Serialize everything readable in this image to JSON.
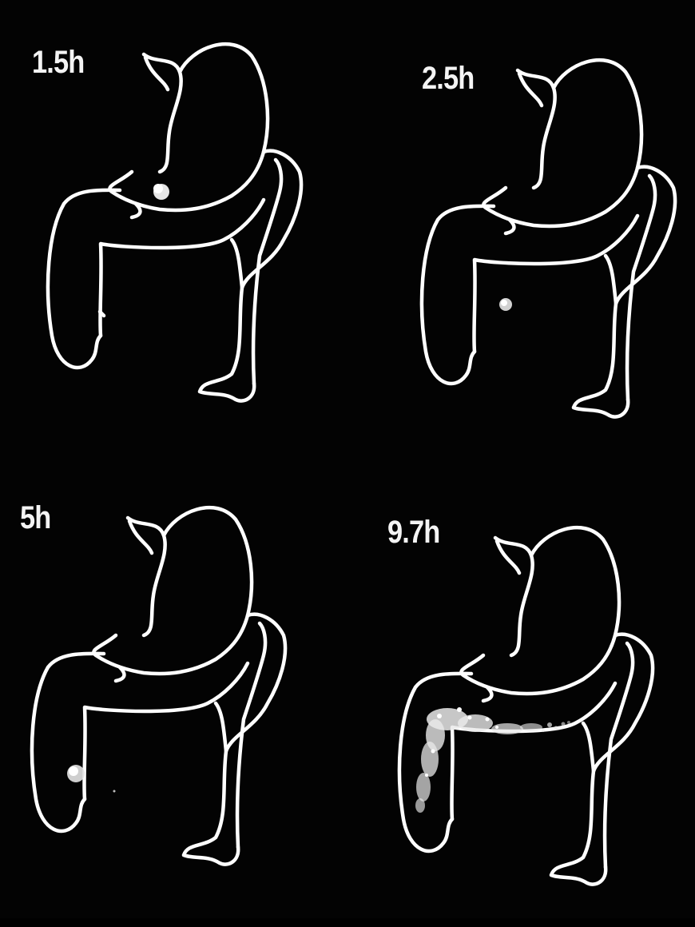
{
  "panels": [
    {
      "label": "1.5h"
    },
    {
      "label": "2.5h"
    },
    {
      "label": "5h"
    },
    {
      "label": "9.7h"
    }
  ],
  "colors": {
    "background": "#000000",
    "outline": "#ffffff",
    "activity": "#f2f2f2"
  }
}
